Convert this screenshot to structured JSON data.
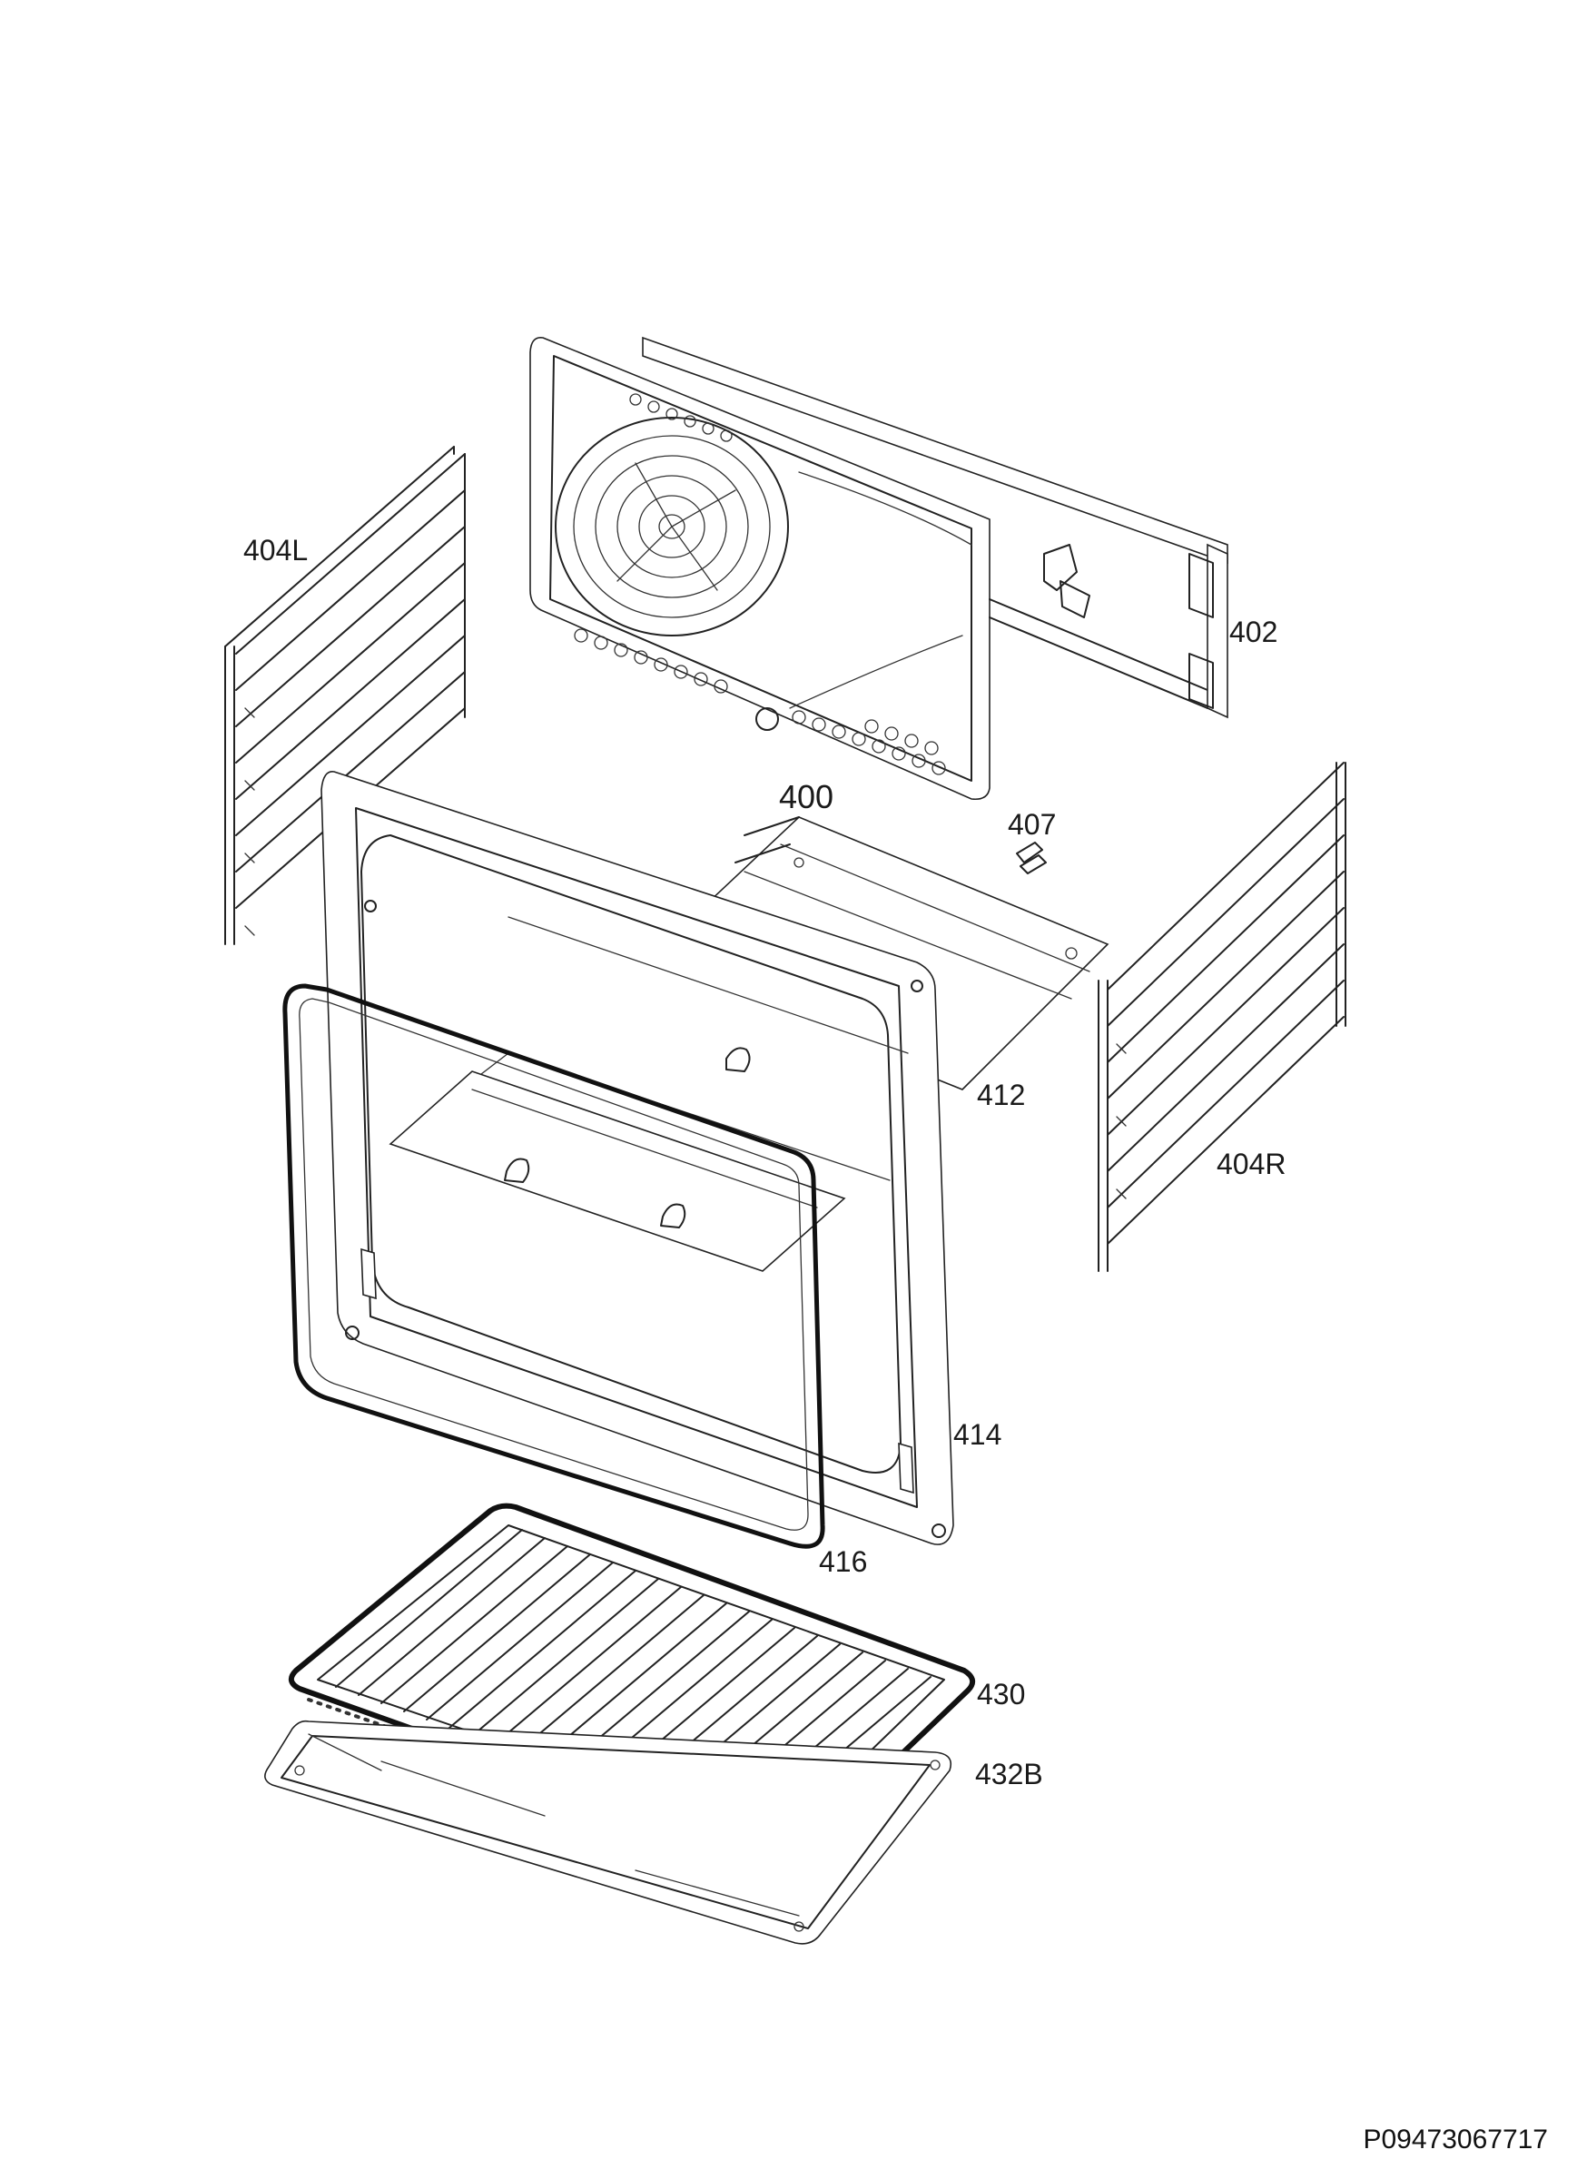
{
  "diagram": {
    "parts": [
      {
        "id": "back_panel",
        "label": "400"
      },
      {
        "id": "side_rail_right_holder",
        "label": "402"
      },
      {
        "id": "shelf_support_left",
        "label": "404L"
      },
      {
        "id": "shelf_support_right",
        "label": "404R"
      },
      {
        "id": "clip",
        "label": "407"
      },
      {
        "id": "bottom_panel",
        "label": "412"
      },
      {
        "id": "oven_cavity_front_frame",
        "label": "414"
      },
      {
        "id": "door_gasket",
        "label": "416"
      },
      {
        "id": "wire_grid",
        "label": "430"
      },
      {
        "id": "baking_tray",
        "label": "432B"
      }
    ]
  },
  "footer": {
    "document_id": "P09473067717"
  }
}
